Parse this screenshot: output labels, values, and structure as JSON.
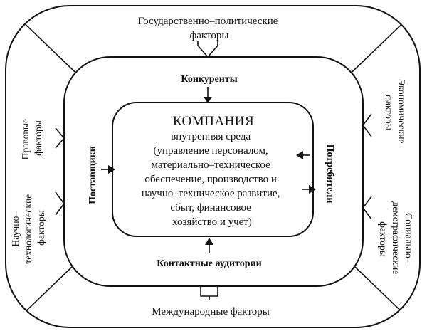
{
  "diagram": {
    "outer_factors": {
      "top": [
        "Государственно–политические",
        "факторы"
      ],
      "bottom": "Международные факторы",
      "left_a": [
        "Правовые",
        "факторы"
      ],
      "left_b": [
        "Научно–",
        "технологические",
        "факторы"
      ],
      "right_a": [
        "Экономические",
        "факторы"
      ],
      "right_b": [
        "Социально–",
        "демографические",
        "факторы"
      ]
    },
    "middle_actors": {
      "top": "Конкуренты",
      "bottom": "Контактные аудитории",
      "left": "Поставщики",
      "right": "Потребители"
    },
    "company": {
      "title": "КОМПАНИЯ",
      "lines": [
        "внутренняя среда",
        "(управление персоналом,",
        "материально–техническое",
        "обеспечение, производство и",
        "научно–техническое развитие,",
        "сбыт, финансовое",
        "хозяйство и учет)"
      ]
    }
  }
}
